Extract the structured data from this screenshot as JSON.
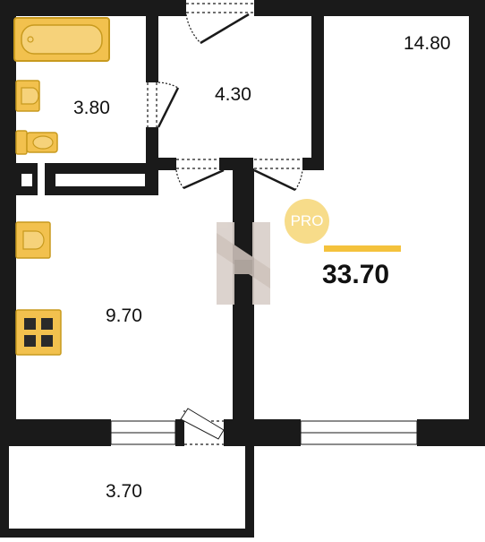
{
  "plan": {
    "rooms": [
      {
        "id": "room",
        "area": "14.80"
      },
      {
        "id": "hall",
        "area": "4.30"
      },
      {
        "id": "bathroom",
        "area": "3.80"
      },
      {
        "id": "kitchen",
        "area": "9.70"
      },
      {
        "id": "balcony",
        "area": "3.70"
      }
    ],
    "total_area": "33.70",
    "badge": {
      "label": "PRO"
    }
  },
  "colors": {
    "wall": "#1a1a1a",
    "fixture": "#f2c14e",
    "fixture_stroke": "#c89a1e",
    "badge": "#f7dc8a",
    "accent": "#f4c23c",
    "watermark": "#cfc6c0"
  },
  "icons": [
    "bathtub-icon",
    "washbasin-icon",
    "toilet-icon",
    "sink-icon",
    "stove-icon",
    "watermark-logo"
  ]
}
